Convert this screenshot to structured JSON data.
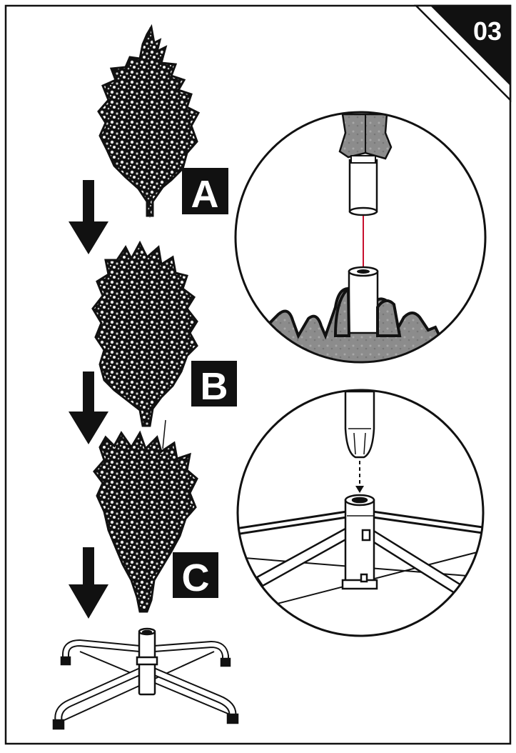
{
  "step_number": "03",
  "sections": [
    {
      "label": "A"
    },
    {
      "label": "B"
    },
    {
      "label": "C"
    }
  ],
  "colors": {
    "ink": "#111111",
    "foliage": "#9a9a9a",
    "foliage_detail": "#e6e6e6",
    "pole": "#ffffff",
    "guide_line": "#c8102e",
    "detail_fill": "#8c8c8c"
  },
  "icons": [
    "down-arrow-icon",
    "down-arrow-icon",
    "down-arrow-icon"
  ]
}
